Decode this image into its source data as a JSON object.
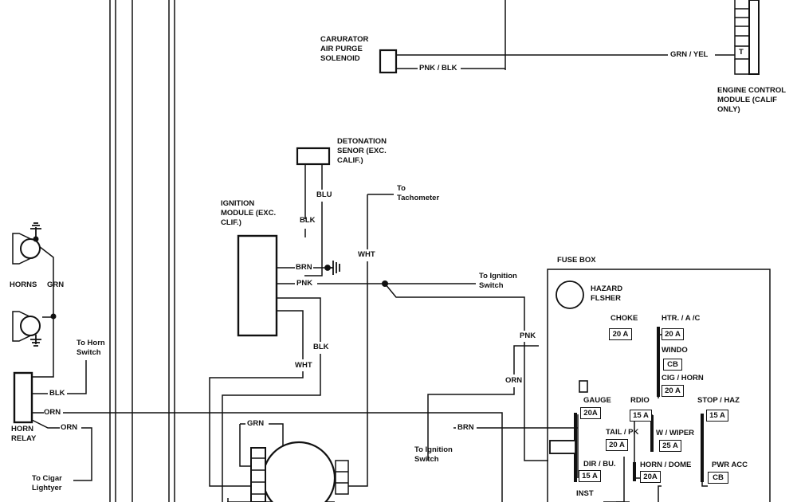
{
  "ecm": {
    "title_lines": [
      "ENGINE CONTROL",
      "MODULE (CALIF",
      "ONLY)"
    ],
    "pin": "T"
  },
  "purge": {
    "title_lines": [
      "CARURATOR",
      "AIR PURGE",
      "SOLENOID"
    ],
    "wire_pnk_blk": "PNK / BLK",
    "wire_grn_yel": "GRN / YEL"
  },
  "detonation": {
    "title_lines": [
      "DETONATION",
      "SENOR (EXC.",
      "CALIF.)"
    ],
    "wire_blu": "BLU"
  },
  "ignition": {
    "title_lines": [
      "IGNITION",
      "MODULE (EXC.",
      "CLIF.)"
    ],
    "wire_blk_top": "BLK",
    "wire_brn": "BRN",
    "wire_pnk": "PNK",
    "wire_wht_right": "WHT",
    "wire_blk_lower": "BLK",
    "wire_wht_lower": "WHT",
    "wire_grn": "GRN"
  },
  "tach": {
    "lines": [
      "To",
      "Tachometer"
    ]
  },
  "ign_switch_upper": {
    "lines": [
      "To Ignition",
      "Switch"
    ],
    "wire_pnk": "PNK",
    "wire_orn": "ORN"
  },
  "ign_switch_lower": {
    "lines": [
      "To Ignition",
      "Switch"
    ],
    "wire_brn": "BRN"
  },
  "horns": {
    "label": "HORNS",
    "wire_grn": "GRN",
    "horn_switch_lines": [
      "To Horn",
      "Switch"
    ],
    "relay_lines": [
      "HORN",
      "RELAY"
    ],
    "wire_blk": "BLK",
    "wire_orn": "ORN",
    "wire_orn2": "ORN",
    "cigar_lines": [
      "To Cigar",
      "Lightyer"
    ]
  },
  "fuse_box": {
    "title": "FUSE BOX",
    "hazard_lines": [
      "HAZARD",
      "FLSHER"
    ],
    "choke": {
      "label": "CHOKE",
      "rating": "20 A"
    },
    "htr_ac": {
      "label": "HTR. / A /C",
      "rating": "20 A"
    },
    "windo": {
      "label": "WINDO",
      "rating": "CB"
    },
    "cig_horn": {
      "label": "CIG / HORN",
      "rating": "20 A"
    },
    "gauge": {
      "label": "GAUGE",
      "rating": "20A"
    },
    "rdio": {
      "label": "RDIO",
      "rating": "15 A"
    },
    "stop_haz": {
      "label": "STOP / HAZ",
      "rating": "15 A"
    },
    "tail_pk": {
      "label": "TAIL / PK",
      "rating": "20 A"
    },
    "w_wiper": {
      "label": "W / WIPER",
      "rating": "25 A"
    },
    "dir_bu": {
      "label": "DIR / BU.",
      "rating": "15 A"
    },
    "horn_dome": {
      "label": "HORN / DOME",
      "rating": "20A"
    },
    "pwr_acc": {
      "label": "PWR ACC",
      "rating": "CB"
    },
    "inst": {
      "label": "INST"
    }
  }
}
